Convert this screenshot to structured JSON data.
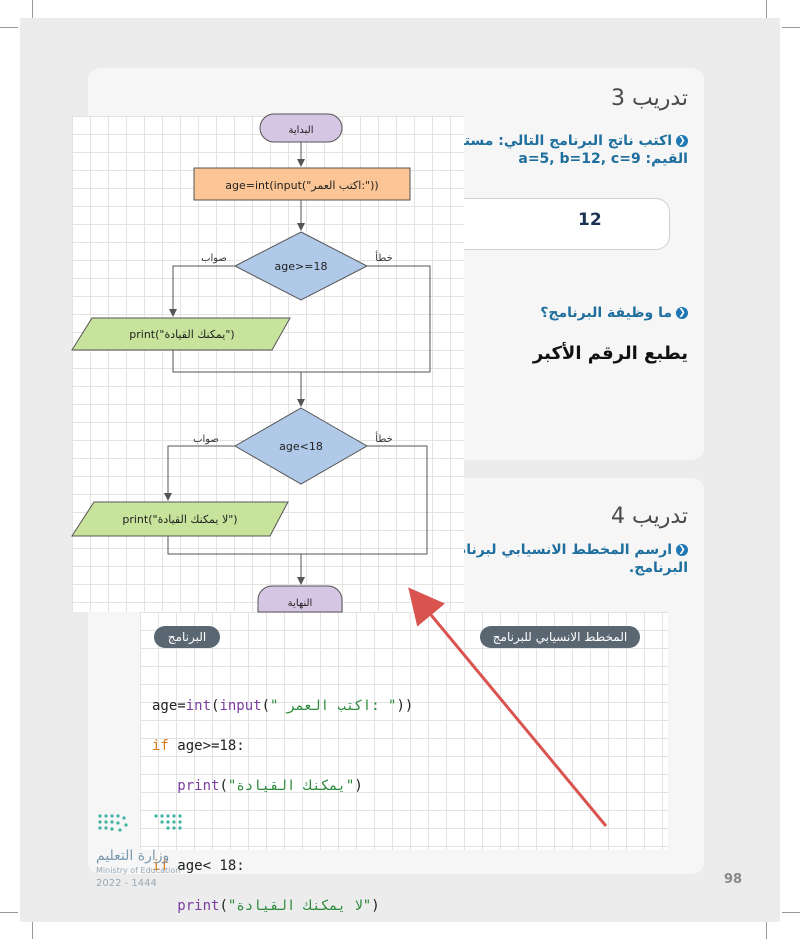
{
  "training3": {
    "title": "تدريب 3",
    "question1_line1": "اكتب ناتج البرنامج التالي: مستخد",
    "question1_line2": "القيم: a=5, b=12, c=9",
    "answer1": "12",
    "question2": "ما وظيفة البرنامج؟",
    "answer2": "يطبع الرقم الأكبر"
  },
  "training4": {
    "title": "تدريب 4",
    "question_line1": "ارسم المخطط الانسيابي لبرنام",
    "question_line2": "البرنامج.",
    "label_flowchart": "المخطط الانسيابي للبرنامج",
    "label_program": "البرنامج",
    "code": {
      "l1_var": "age=",
      "l1_fn1": "int",
      "l1_p1": "(",
      "l1_fn2": "input",
      "l1_p2": "(",
      "l1_str": "\" اكتب العمر: \"",
      "l1_end": "))",
      "l2_kw": "if",
      "l2_rest": " age>=18:",
      "l3_fn": "print",
      "l3_p": "(",
      "l3_str": "\"يمكنك القيادة\"",
      "l3_end": ")",
      "l4_kw": "if",
      "l4_rest": " age< 18:",
      "l5_fn": "print",
      "l5_p": "(",
      "l5_str": "\"لا يمكنك القيادة\"",
      "l5_end": ")"
    }
  },
  "flowchart": {
    "start": "البداية",
    "input": "age=int(input(\"اكتب العمر:\"))",
    "cond1": "age>=18",
    "true1": "صواب",
    "false1": "خطأ",
    "print1": "print(\"يمكنك القيادة\")",
    "cond2": "age<18",
    "true2": "صواب",
    "false2": "خطأ",
    "print2": "print(\"لا يمكنك القيادة\")",
    "end": "النهاية"
  },
  "footer": {
    "page_number": "98",
    "ministry_ar": "وزارة التعليم",
    "ministry_en": "Ministry of Education",
    "year": "2022 - 1444"
  },
  "colors": {
    "input_box": "#fbc595",
    "decision": "#b0c9e8",
    "output": "#c8e39b",
    "terminal": "#d6c6e3",
    "arrow": "#d9534f"
  }
}
